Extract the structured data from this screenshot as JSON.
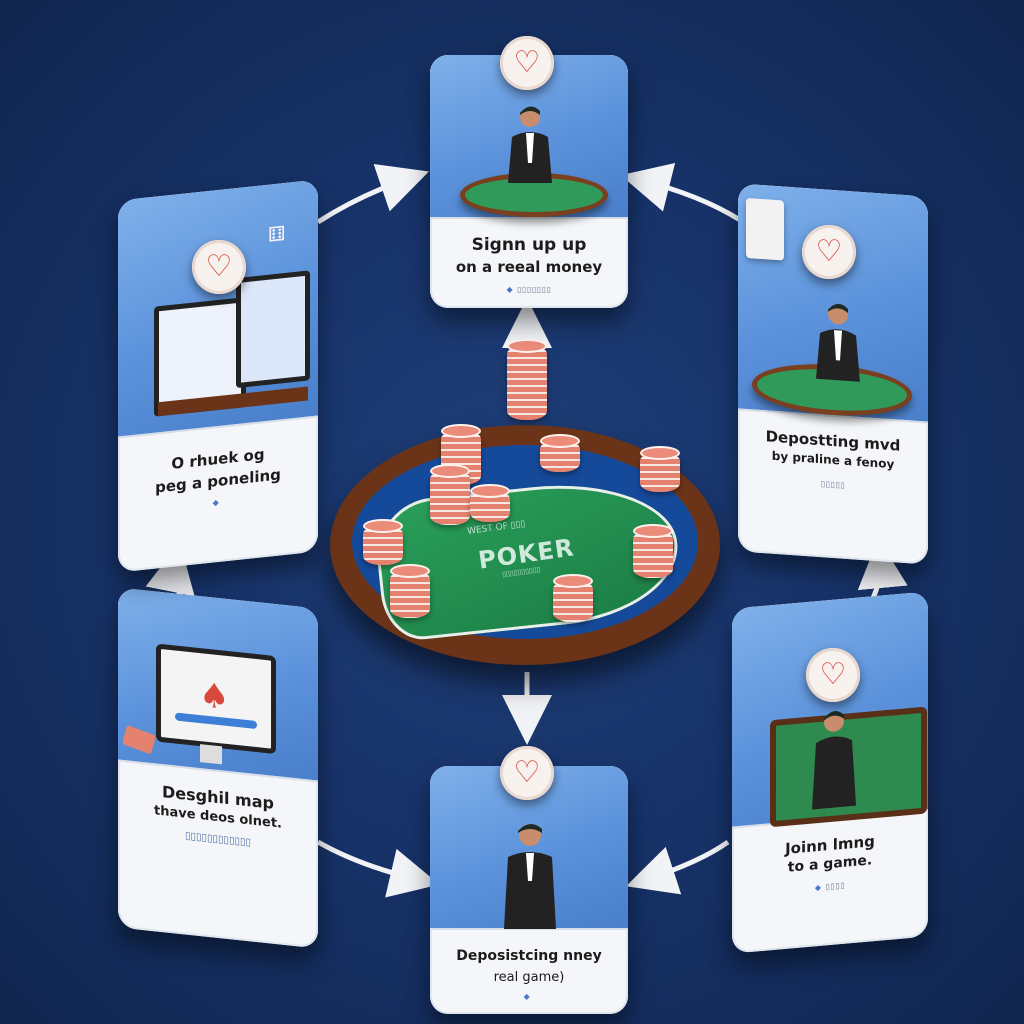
{
  "steps": [
    {
      "label_line1": "Signn up up",
      "label_line2": "on a reeal money",
      "tag": "▯▯▯▯▯▯▯"
    },
    {
      "label_line1": "Depostting mvd",
      "label_line2": "by praline a fenoy",
      "tag": "▯▯▯▯▯"
    },
    {
      "label_line1": "Joinn lmng",
      "label_line2": "to a game.",
      "tag": "▯▯▯▯"
    },
    {
      "label_line1": "Deposistcing nney",
      "label_line2": "real game)",
      "tag": ""
    },
    {
      "label_line1": "Desghil map",
      "label_line2": "thave deos olnet.",
      "sub": "▯▯▯▯▯▯▯▯▯▯▯▯",
      "tag": ""
    },
    {
      "label_line1": "O rhuek og",
      "label_line2": "peg a poneling",
      "tag": ""
    }
  ],
  "center": {
    "brand_top": "WEST OF ▯▯▯",
    "brand": "POKER",
    "brand_bottom": "▯▯▯▯▯▯▯▯▯▯"
  },
  "badge_icon": "♡",
  "colors": {
    "background": "#17336a",
    "card_art": "#5b92db",
    "felt": "#2aa05a",
    "rail": "#7a3f1f",
    "chip": "#e4826f",
    "badge_heart": "#d8483c"
  }
}
